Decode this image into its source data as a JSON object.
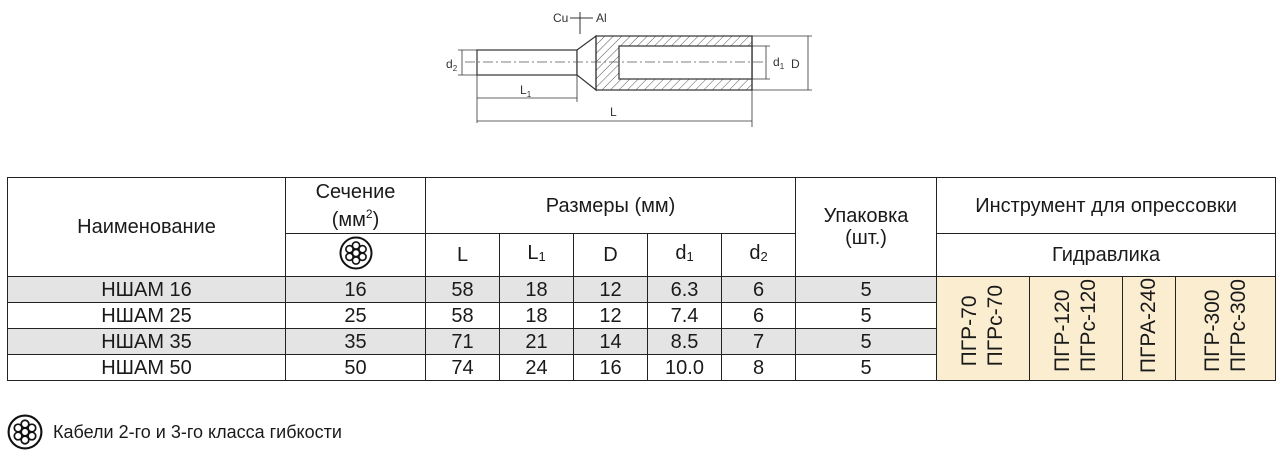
{
  "drawing": {
    "label_cu": "Cu",
    "label_al": "Al",
    "dim_d2": "d",
    "dim_d2_sub": "2",
    "dim_l1": "L",
    "dim_l1_sub": "1",
    "dim_l": "L",
    "dim_d1": "d",
    "dim_d1_sub": "1",
    "dim_D": "D"
  },
  "table": {
    "col_name": "Наименование",
    "col_section_line1": "Сечение",
    "col_section_line2": "(мм",
    "col_section_sup": "2",
    "col_section_close": ")",
    "col_dims": "Размеры (мм)",
    "col_pack_line1": "Упаковка",
    "col_pack_line2": "(шт.)",
    "col_tool": "Инструмент для опрессовки",
    "col_hydraulics": "Гидравлика",
    "dim_headers": {
      "L": "L",
      "L1": "L",
      "L1_sub": "1",
      "D": "D",
      "d1": "d",
      "d1_sub": "1",
      "d2": "d",
      "d2_sub": "2"
    },
    "rows": [
      {
        "name": "НШАМ 16",
        "section": "16",
        "L": "58",
        "L1": "18",
        "D": "12",
        "d1": "6.3",
        "d2": "6",
        "pack": "5"
      },
      {
        "name": "НШАМ 25",
        "section": "25",
        "L": "58",
        "L1": "18",
        "D": "12",
        "d1": "7.4",
        "d2": "6",
        "pack": "5"
      },
      {
        "name": "НШАМ 35",
        "section": "35",
        "L": "71",
        "L1": "21",
        "D": "14",
        "d1": "8.5",
        "d2": "7",
        "pack": "5"
      },
      {
        "name": "НШАМ 50",
        "section": "50",
        "L": "74",
        "L1": "24",
        "D": "16",
        "d1": "10.0",
        "d2": "8",
        "pack": "5"
      }
    ],
    "tools": [
      {
        "line1": "ПГР-70",
        "line2": "ПГРс-70"
      },
      {
        "line1": "ПГР-120",
        "line2": "ПГРс-120"
      },
      {
        "line1": "ПГРА-240",
        "line2": ""
      },
      {
        "line1": "ПГР-300",
        "line2": "ПГРс-300"
      }
    ]
  },
  "note": "Кабели 2-го и 3-го класса гибкости",
  "colors": {
    "row_gray": "#e4e4e4",
    "tool_bg": "#fbedd0"
  },
  "icons": {
    "cable_section": "stranded-cable-cross-section-icon"
  }
}
